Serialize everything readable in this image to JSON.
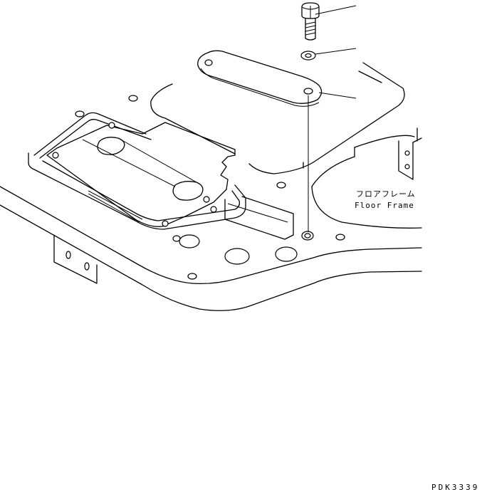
{
  "labels": {
    "part_jp": "フロアフレーム",
    "part_en": "Floor Frame",
    "drawing_code": "PDK3339"
  },
  "icons": [
    "bolt-icon",
    "washer-icon",
    "cover-plate-icon",
    "floor-frame-icon"
  ],
  "colors": {
    "line": "#000000",
    "background": "#ffffff"
  }
}
